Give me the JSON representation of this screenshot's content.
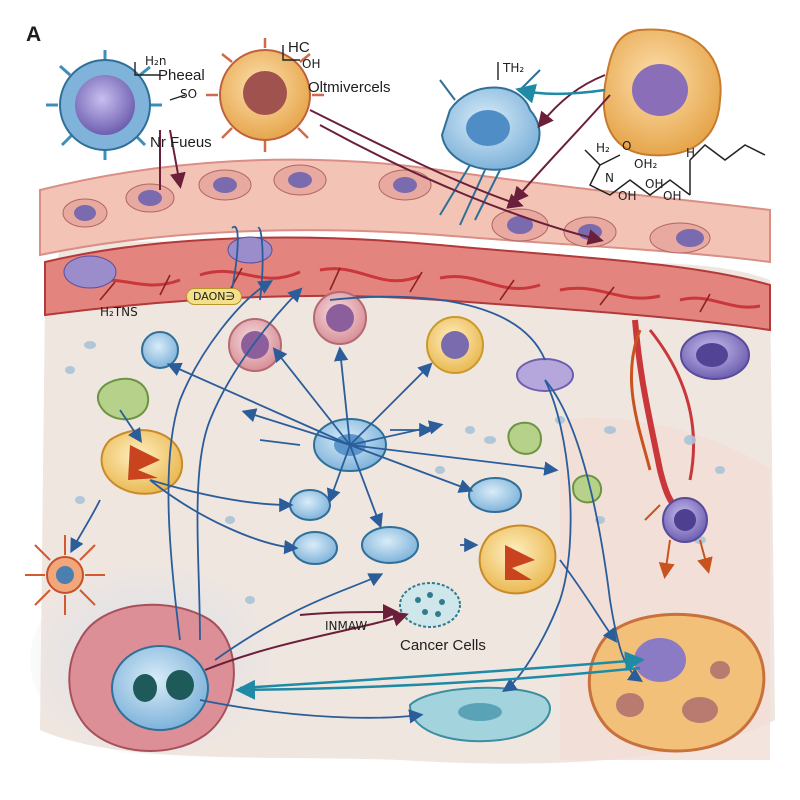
{
  "figure": {
    "panel_label": "A",
    "labels": {
      "top_left_chem_a": "H₂n",
      "top_left_chem_b": "Pheeal",
      "top_left_chem_c": "SO",
      "top_left_caption": "Nr Fueus",
      "hc_label": "HC",
      "oh_label": "OH",
      "top_center_caption": "Oltmivercels",
      "th_label": "TH₂",
      "chem_h2": "H₂",
      "chem_o": "O",
      "chem_h_top": "H",
      "chem_oh2": "OH₂",
      "chem_n": "N",
      "chem_oh_a": "OH",
      "chem_oh_b": "OH",
      "chem_oh_c": "OH",
      "badge_text": "DAON∋",
      "left_tissue_label": "H₂TNS",
      "arrow_label": "INMAW",
      "cancer_label": "Cancer Cells"
    }
  },
  "colors": {
    "vessel_red": "#c9373a",
    "skin_band": "#f3c3b6",
    "tissue_bg": "#efe6e0",
    "arrow_blue": "#2a5d9a",
    "arrow_maroon": "#6b1f3a",
    "cell_blue": "#9ec7e6",
    "cell_purple": "#8a78bf",
    "cell_yellow": "#f4d27a",
    "cell_pink": "#e7b3b8"
  }
}
